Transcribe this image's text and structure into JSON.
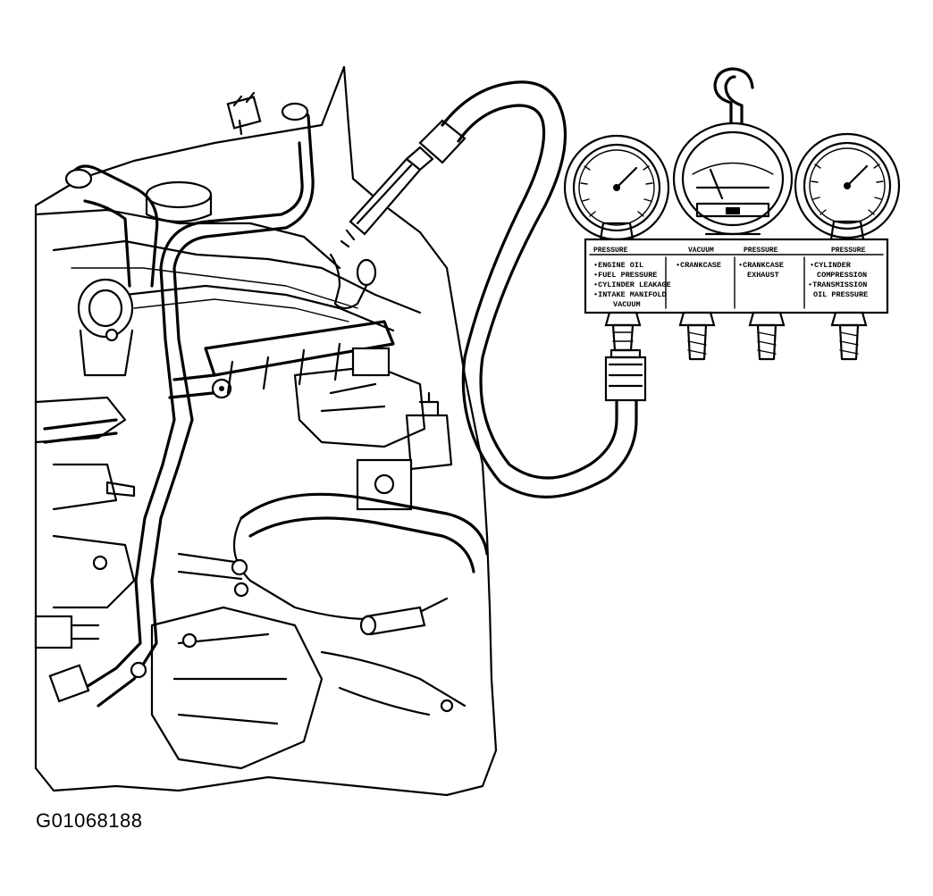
{
  "figure": {
    "id_label": "G01068188"
  },
  "gauge_panel": {
    "columns": [
      {
        "heading": "PRESSURE",
        "lines": [
          "•ENGINE OIL",
          "•FUEL PRESSURE",
          "•CYLINDER LEAKAGE",
          "•INTAKE MANIFOLD",
          "VACUUM"
        ]
      },
      {
        "heading": "VACUUM",
        "lines": [
          "•CRANKCASE"
        ]
      },
      {
        "heading": "PRESSURE",
        "lines": [
          "•CRANKCASE",
          "EXHAUST"
        ]
      },
      {
        "heading": "PRESSURE",
        "lines": [
          "•CYLINDER",
          "COMPRESSION",
          "•TRANSMISSION",
          "OIL PRESSURE"
        ]
      }
    ]
  }
}
